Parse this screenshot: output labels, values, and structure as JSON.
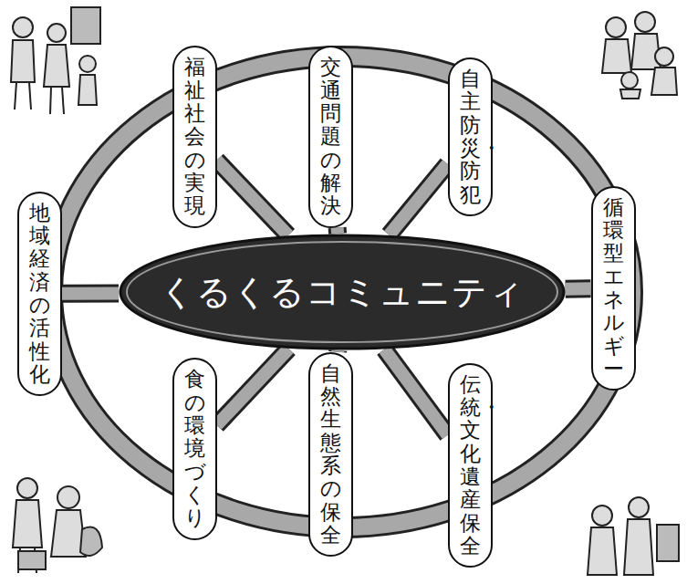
{
  "diagram": {
    "nodes": [
      {
        "text": [
          "くるくるコミュニティ"
        ]
      },
      {
        "text": [
          "地域経済の活性化"
        ]
      },
      {
        "text": [
          "福祉社会の実現"
        ]
      },
      {
        "text": [
          "交通問題の解決"
        ]
      },
      {
        "text": [
          "自主防災・防犯"
        ]
      },
      {
        "text": [
          "循環型エネルギー"
        ]
      },
      {
        "text": [
          "伝統・文化遺産保全"
        ]
      },
      {
        "text": [
          "自然生態系の保全"
        ]
      },
      {
        "text": [
          "食の環境づくり"
        ]
      }
    ],
    "edges": [
      {
        "from": 0,
        "to": 1,
        "arrow": "none"
      },
      {
        "from": 0,
        "to": 2,
        "arrow": "none"
      },
      {
        "from": 0,
        "to": 3,
        "arrow": "none"
      },
      {
        "from": 0,
        "to": 4,
        "arrow": "none"
      },
      {
        "from": 0,
        "to": 5,
        "arrow": "none"
      },
      {
        "from": 0,
        "to": 6,
        "arrow": "none"
      },
      {
        "from": 0,
        "to": 7,
        "arrow": "none"
      },
      {
        "from": 0,
        "to": 8,
        "arrow": "none"
      }
    ]
  }
}
